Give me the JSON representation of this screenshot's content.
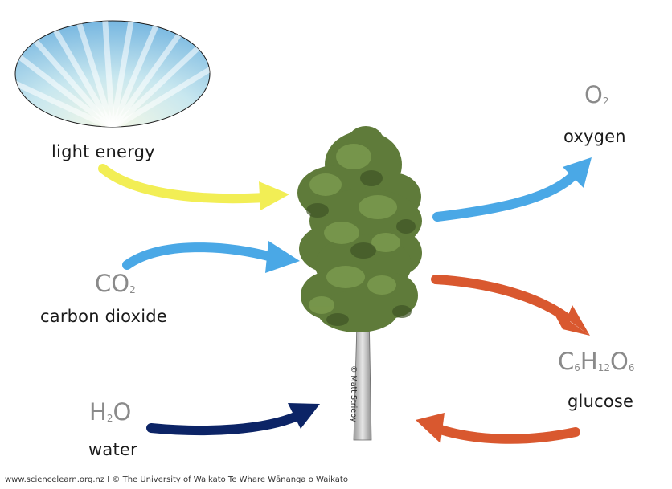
{
  "labels": {
    "light": "light energy",
    "carbon_dioxide": "carbon dioxide",
    "water": "water",
    "oxygen": "oxygen",
    "glucose": "glucose"
  },
  "formulas": {
    "co2": {
      "main": "CO",
      "sub": "2"
    },
    "h2o": {
      "a": "H",
      "sub": "2",
      "b": "O"
    },
    "o2": {
      "main": "O",
      "sub": "2"
    },
    "glucose": {
      "c": "C",
      "c_sub": "6",
      "h": "H",
      "h_sub": "12",
      "o": "O",
      "o_sub": "6"
    }
  },
  "credit": "© Matt Strieby",
  "footer": "www.sciencelearn.org.nz I  © The University of Waikato Te Whare Wānanga o Waikato",
  "colors": {
    "light_arrow": "#f2ee55",
    "co2_arrow": "#4aa8e6",
    "water_arrow": "#0c2466",
    "oxygen_arrow": "#4aa8e6",
    "glucose_arrow": "#d9582f",
    "return_arrow": "#d9582f"
  },
  "icons": [
    "sun-icon",
    "tree-icon"
  ]
}
